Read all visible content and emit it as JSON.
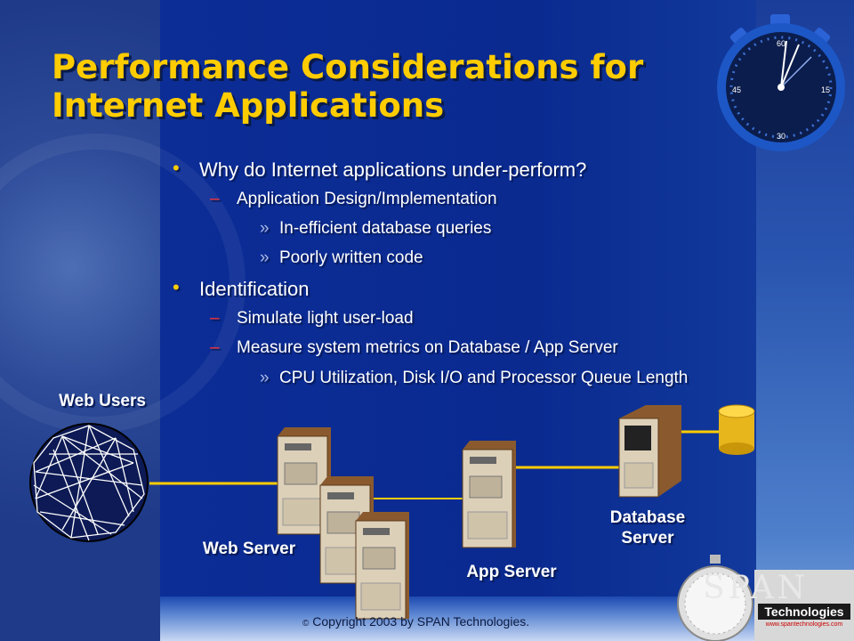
{
  "slide": {
    "title": "Performance Considerations for Internet Applications",
    "bullets": [
      {
        "level": 1,
        "marker": "•",
        "text": "Why do Internet applications under-perform?"
      },
      {
        "level": 2,
        "marker": "–",
        "text": "Application Design/Implementation"
      },
      {
        "level": 3,
        "marker": "»",
        "text": "In-efficient database queries"
      },
      {
        "level": 3,
        "marker": "»",
        "text": "Poorly written code"
      },
      {
        "level": 1,
        "marker": "•",
        "text": "Identification"
      },
      {
        "level": 2,
        "marker": "–",
        "text": "Simulate light user-load"
      },
      {
        "level": 2,
        "marker": "–",
        "text": "Measure system metrics on Database / App Server"
      },
      {
        "level": 3,
        "marker": "»",
        "text": "CPU Utilization, Disk I/O and Processor Queue Length"
      }
    ]
  },
  "diagram": {
    "web_users_label": "Web Users",
    "web_server_label": "Web Server",
    "app_server_label": "App Server",
    "database_server_label": "Database Server"
  },
  "stopwatch": {
    "marks": [
      "60",
      "15",
      "30",
      "45"
    ]
  },
  "footer": {
    "copyright_symbol": "©",
    "copyright_text": "Copyright 2003 by SPAN Technologies.",
    "logo_text": "SPAN",
    "logo_sub": "Technologies",
    "logo_url": "www.spantechnologies.com"
  },
  "colors": {
    "title": "#ffcc00",
    "background": "#0a2a90",
    "connector": "#ffcc00"
  }
}
